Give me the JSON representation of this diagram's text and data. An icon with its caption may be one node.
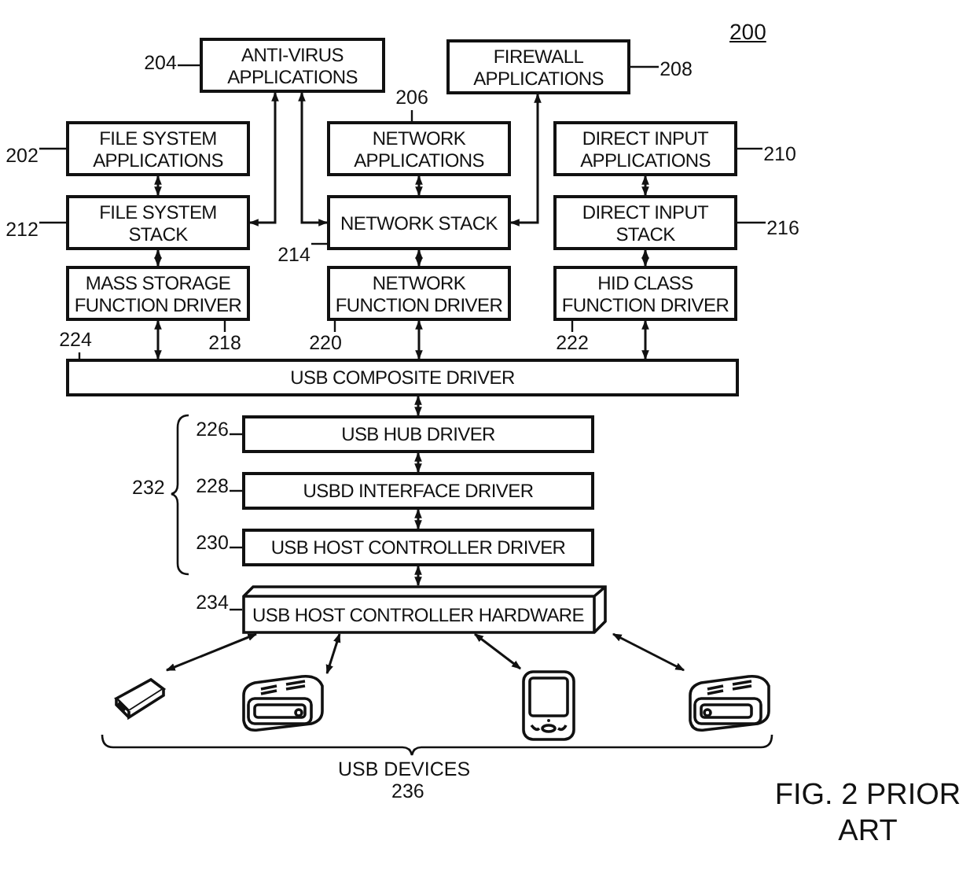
{
  "diagram": {
    "caption": "FIG. 2 PRIOR ART",
    "nodes": [
      {
        "text": [
          "ANTI-VIRUS APPLICATIONS"
        ]
      },
      {
        "text": [
          "FIREWALL APPLICATIONS"
        ]
      },
      {
        "text": [
          "FILE SYSTEM APPLICATIONS"
        ]
      },
      {
        "text": [
          "NETWORK APPLICATIONS"
        ]
      },
      {
        "text": [
          "DIRECT INPUT APPLICATIONS"
        ]
      },
      {
        "text": [
          "FILE SYSTEM STACK"
        ]
      },
      {
        "text": [
          "NETWORK STACK"
        ]
      },
      {
        "text": [
          "DIRECT INPUT STACK"
        ]
      },
      {
        "text": [
          "MASS STORAGE FUNCTION DRIVER"
        ]
      },
      {
        "text": [
          "NETWORK FUNCTION DRIVER"
        ]
      },
      {
        "text": [
          "HID CLASS FUNCTION DRIVER"
        ]
      },
      {
        "text": [
          "USB COMPOSITE DRIVER"
        ]
      },
      {
        "text": [
          "USB HUB DRIVER"
        ]
      },
      {
        "text": [
          "USBD INTERFACE DRIVER"
        ]
      },
      {
        "text": [
          "USB HOST CONTROLLER DRIVER"
        ]
      },
      {
        "text": [
          "USB HOST CONTROLLER HARDWARE"
        ]
      },
      {
        "text": [],
        "shape": "picture"
      },
      {
        "text": [],
        "shape": "picture"
      },
      {
        "text": [],
        "shape": "picture"
      },
      {
        "text": [],
        "shape": "picture"
      },
      {
        "text": [
          "204"
        ]
      },
      {
        "text": [
          "208"
        ]
      },
      {
        "text": [
          "202"
        ]
      },
      {
        "text": [
          "206"
        ]
      },
      {
        "text": [
          "210"
        ]
      },
      {
        "text": [
          "212"
        ]
      },
      {
        "text": [
          "214"
        ]
      },
      {
        "text": [
          "216"
        ]
      },
      {
        "text": [
          "218"
        ]
      },
      {
        "text": [
          "220"
        ]
      },
      {
        "text": [
          "222"
        ]
      },
      {
        "text": [
          "224"
        ]
      },
      {
        "text": [
          "226"
        ]
      },
      {
        "text": [
          "228"
        ]
      },
      {
        "text": [
          "230"
        ]
      },
      {
        "text": [
          "234"
        ]
      }
    ],
    "edges": [
      {
        "from": 2,
        "to": 5,
        "arrow": "both"
      },
      {
        "from": 5,
        "to": 8,
        "arrow": "both"
      },
      {
        "from": 8,
        "to": 11,
        "arrow": "both"
      },
      {
        "from": 3,
        "to": 6,
        "arrow": "both"
      },
      {
        "from": 6,
        "to": 9,
        "arrow": "both"
      },
      {
        "from": 9,
        "to": 11,
        "arrow": "both"
      },
      {
        "from": 4,
        "to": 7,
        "arrow": "both"
      },
      {
        "from": 7,
        "to": 10,
        "arrow": "both"
      },
      {
        "from": 10,
        "to": 11,
        "arrow": "both"
      },
      {
        "from": 5,
        "to": 0,
        "arrow": "both"
      },
      {
        "from": 0,
        "to": 6,
        "arrow": "both"
      },
      {
        "from": 1,
        "to": 6,
        "arrow": "both"
      },
      {
        "from": 11,
        "to": 12,
        "arrow": "both"
      },
      {
        "from": 12,
        "to": 13,
        "arrow": "both"
      },
      {
        "from": 13,
        "to": 14,
        "arrow": "both"
      },
      {
        "from": 14,
        "to": 15,
        "arrow": "both"
      },
      {
        "from": 15,
        "to": 16,
        "arrow": "both"
      },
      {
        "from": 15,
        "to": 17,
        "arrow": "both"
      },
      {
        "from": 15,
        "to": 18,
        "arrow": "both"
      },
      {
        "from": 15,
        "to": 19,
        "arrow": "both"
      },
      {
        "from": 20,
        "to": 0,
        "arrow": "none"
      },
      {
        "from": 21,
        "to": 1,
        "arrow": "none"
      },
      {
        "from": 22,
        "to": 2,
        "arrow": "none"
      },
      {
        "from": 23,
        "to": 3,
        "arrow": "none"
      },
      {
        "from": 24,
        "to": 4,
        "arrow": "none"
      },
      {
        "from": 25,
        "to": 5,
        "arrow": "none"
      },
      {
        "from": 26,
        "to": 6,
        "arrow": "none"
      },
      {
        "from": 27,
        "to": 7,
        "arrow": "none"
      },
      {
        "from": 28,
        "to": 8,
        "arrow": "none"
      },
      {
        "from": 29,
        "to": 9,
        "arrow": "none"
      },
      {
        "from": 30,
        "to": 10,
        "arrow": "none"
      },
      {
        "from": 31,
        "to": 11,
        "arrow": "none"
      },
      {
        "from": 32,
        "to": 12,
        "arrow": "none"
      },
      {
        "from": 33,
        "to": 13,
        "arrow": "none"
      },
      {
        "from": 34,
        "to": 14,
        "arrow": "none"
      },
      {
        "from": 35,
        "to": 15,
        "arrow": "none"
      }
    ],
    "labels": [
      "200",
      "232",
      "USB DEVICES",
      "236"
    ]
  }
}
